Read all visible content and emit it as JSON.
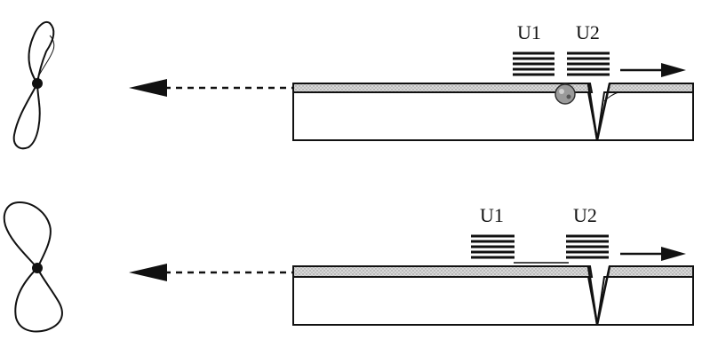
{
  "panels": [
    {
      "id": "top",
      "label_u1": "U1",
      "label_u2": "U2",
      "wave_arrow_direction": "right",
      "pattern_arrow_direction": "left",
      "has_particle": true,
      "pattern_shape": "narrow-figure-eight"
    },
    {
      "id": "bottom",
      "label_u1": "U1",
      "label_u2": "U2",
      "wave_arrow_direction": "right",
      "pattern_arrow_direction": "left",
      "has_particle": false,
      "pattern_shape": "wide-figure-eight"
    }
  ],
  "colors": {
    "ink": "#111111",
    "coating": "#cfcfcf",
    "background": "#ffffff"
  }
}
